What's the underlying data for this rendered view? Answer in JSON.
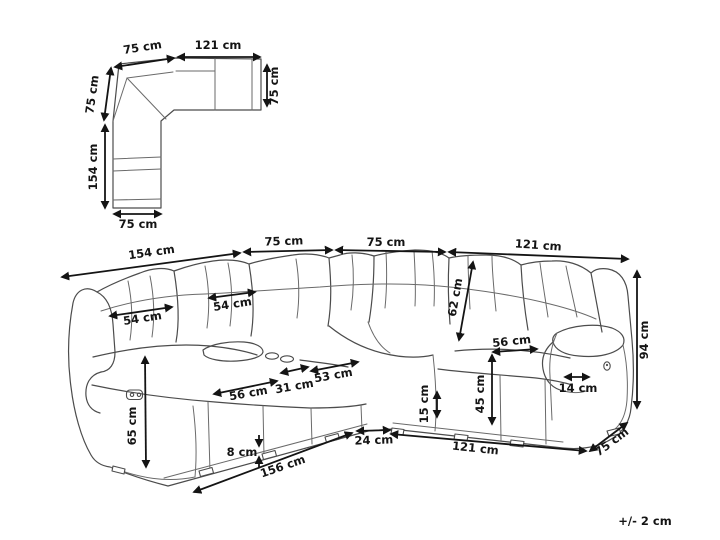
{
  "diagram_title": "corner sofa dimension drawing",
  "colors": {
    "background": "#ffffff",
    "line_art": "#4c4c4c",
    "dimensions": "#141414"
  },
  "plan_view": {
    "top_width": "75 cm",
    "top_right_width": "121 cm",
    "upper_left_depth": "75 cm",
    "left_length": "154 cm",
    "right_depth": "75 cm",
    "bottom_width": "75 cm"
  },
  "perspective_view": {
    "back_width_left": "154 cm",
    "back_width_center_left": "75 cm",
    "back_width_center_right": "75 cm",
    "back_width_right": "121 cm",
    "back_cushion_width_1": "54 cm",
    "back_cushion_width_2": "54 cm",
    "backrest_height": "62 cm",
    "seat_depth": "56 cm",
    "armrest_top_width": "14 cm",
    "total_height": "94 cm",
    "seat_back_height": "45 cm",
    "base_clearance_height": "15 cm",
    "armrest_height": "65 cm",
    "seat_width_left": "56 cm",
    "console_width": "31 cm",
    "seat_width_center": "53 cm",
    "base_rail_height": "8 cm",
    "front_length_left": "156 cm",
    "corner_segment_width": "24 cm",
    "front_length_right": "121 cm",
    "side_depth_right": "75 cm"
  },
  "tolerance_note": "+/- 2 cm"
}
